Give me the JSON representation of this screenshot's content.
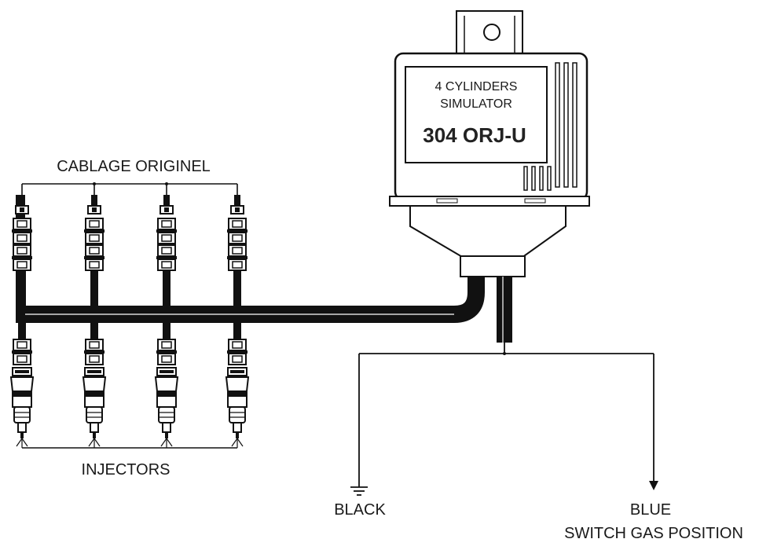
{
  "labels": {
    "cablage": "CABLAGE ORIGINEL",
    "injectors": "INJECTORS",
    "simulator_line1": "4 CYLINDERS",
    "simulator_line2": "SIMULATOR",
    "model": "304 ORJ-U",
    "black_wire": "BLACK",
    "blue_wire": "BLUE",
    "switch": "SWITCH GAS POSITION"
  },
  "injector_count": 4,
  "colors": {
    "line": "#111111",
    "harness": "#111111",
    "background": "#ffffff"
  }
}
